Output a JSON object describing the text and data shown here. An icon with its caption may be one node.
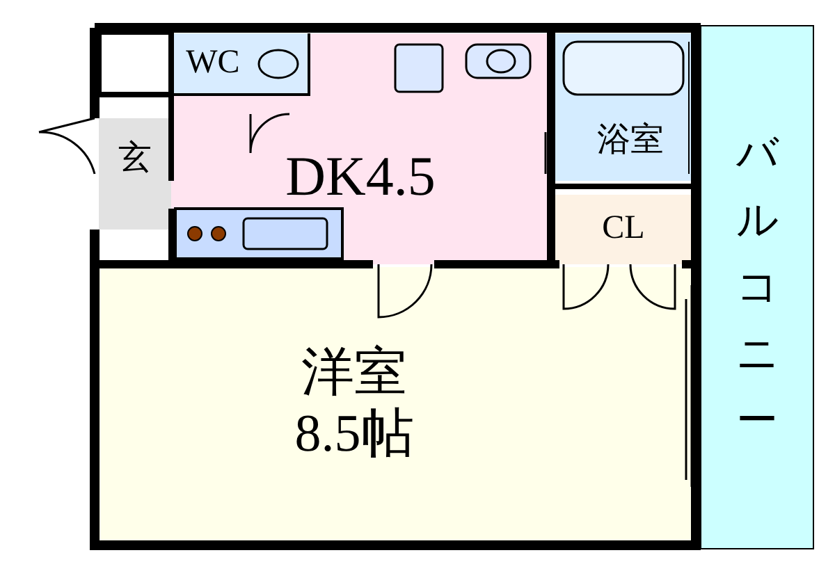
{
  "diagram": {
    "nodes": [
      {
        "text": [
          "DK4.5"
        ]
      },
      {
        "text": [
          "WC"
        ],
        "in": 0
      },
      {
        "text": [],
        "shape": "box"
      },
      {
        "text": [
          "玄"
        ]
      },
      {
        "text": [
          "浴室"
        ]
      },
      {
        "text": [
          "CL"
        ]
      },
      {
        "text": [
          "洋室",
          "8.5帖"
        ]
      },
      {
        "text": [
          "バルコニー"
        ]
      }
    ]
  }
}
